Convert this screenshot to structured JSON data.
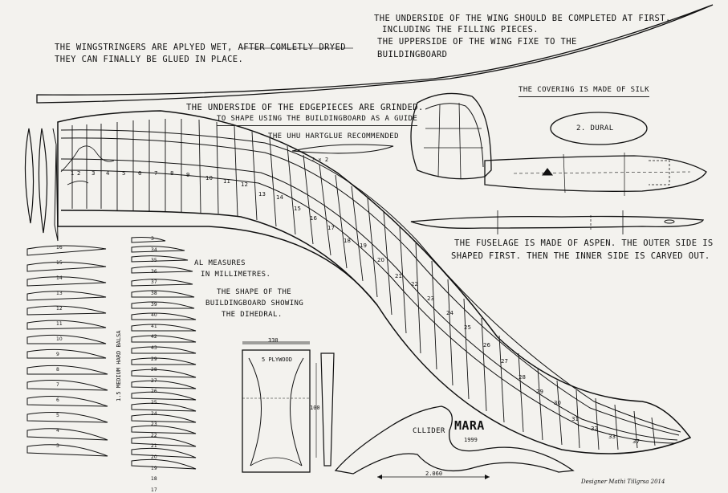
{
  "notes": {
    "stringers_1": "THE WINGSTRINGERS ARE APLYED WET, AFTER COMLETLY DRYED",
    "stringers_2": "THEY CAN FINALLY BE GLUED IN PLACE.",
    "underside_1": "THE UNDERSIDE OF THE WING SHOULD BE COMPLETED AT FIRST.",
    "underside_2": "INCLUDING THE FILLING PIECES.",
    "underside_3": "THE UPPERSIDE OF THE WING FIXE TO THE",
    "underside_4": "BUILDINGBOARD",
    "covering": "THE COVERING IS MADE OF SILK",
    "edge_1": "THE UNDERSIDE OF THE EDGEPIECES ARE GRINDED.",
    "edge_2": "TO SHAPE USING THE BUILDINGBOARD AS A GUIDE",
    "glue": "THE UHU HARTGLUE RECOMMENDED",
    "dural": "2. DURAL",
    "fuselage_1": "THE FUSELAGE IS MADE OF ASPEN. THE OUTER SIDE IS",
    "fuselage_2": "SHAPED FIRST.  THEN THE INNER SIDE IS CARVED OUT.",
    "measures_1": "AL MEASURES",
    "measures_2": "IN MILLIMETRES.",
    "board_1": "THE SHAPE OF THE",
    "board_2": "BUILDINGBOARD SHOWING",
    "board_3": "THE DIHEDRAL.",
    "balsa": "1.5 MEDIUM HARD BALSA",
    "plywood": "5 PLYWOOD",
    "dim_330": "330",
    "dim_100": "100",
    "dim_2060": "2.060",
    "dim_2x2": "2 × 2",
    "title_prefix": "CLLIDER",
    "title": "MARA",
    "year": "1999",
    "designer": "Designer  Mathi Tillgrsa 2014"
  },
  "rib_numbers": [
    "1",
    "2",
    "3",
    "4",
    "5",
    "6",
    "7",
    "8",
    "9",
    "10",
    "11",
    "12",
    "13",
    "14",
    "15",
    "16",
    "17",
    "18",
    "19",
    "20",
    "21",
    "22",
    "23",
    "24",
    "25",
    "26",
    "27",
    "28",
    "29",
    "30",
    "31",
    "32",
    "33",
    "37"
  ],
  "left_parts": [
    "16",
    "15",
    "14",
    "13",
    "12",
    "11",
    "10",
    "9",
    "8",
    "7",
    "6",
    "5",
    "4",
    "3"
  ],
  "right_parts": [
    "3",
    "34",
    "35",
    "36",
    "37",
    "38",
    "39",
    "40",
    "41",
    "42",
    "43",
    "29",
    "28",
    "27",
    "26",
    "25",
    "24",
    "23",
    "22",
    "21",
    "20",
    "19",
    "18",
    "17"
  ]
}
